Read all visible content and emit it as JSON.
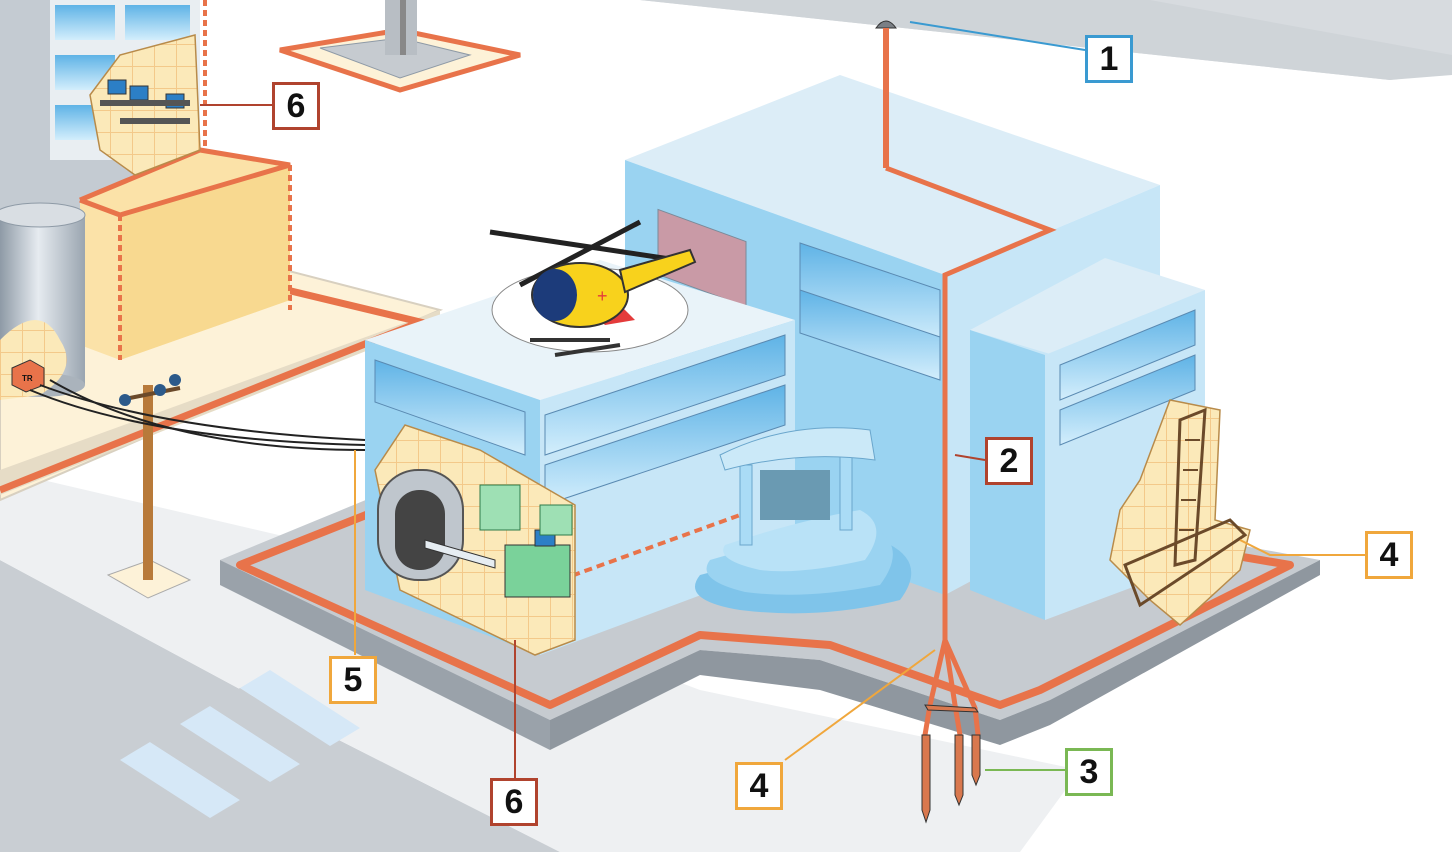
{
  "colors": {
    "conductor": "#e8734a",
    "building_blue": "#aadcf6",
    "building_blue_dark": "#7ec6ec",
    "ground_grey": "#c6cbd0",
    "cream": "#fbe7b8",
    "callout_blue": "#3a9ad1",
    "callout_red": "#b0432e",
    "callout_orange": "#f0a73c",
    "callout_green": "#7ab854"
  },
  "icons": [
    "lightning-rod-icon",
    "helicopter-icon",
    "utility-pole-icon",
    "transformer-icon",
    "mri-scanner-icon",
    "computer-workstation-icon"
  ],
  "callouts": [
    {
      "id": "c1",
      "label": "1",
      "color": "#3a9ad1"
    },
    {
      "id": "c2",
      "label": "2",
      "color": "#b0432e"
    },
    {
      "id": "c3",
      "label": "3",
      "color": "#7ab854"
    },
    {
      "id": "c4a",
      "label": "4",
      "color": "#f0a73c"
    },
    {
      "id": "c4b",
      "label": "4",
      "color": "#f0a73c"
    },
    {
      "id": "c5",
      "label": "5",
      "color": "#f0a73c"
    },
    {
      "id": "c6a",
      "label": "6",
      "color": "#b0432e"
    },
    {
      "id": "c6b",
      "label": "6",
      "color": "#b0432e"
    }
  ],
  "transformer_label": "TR"
}
